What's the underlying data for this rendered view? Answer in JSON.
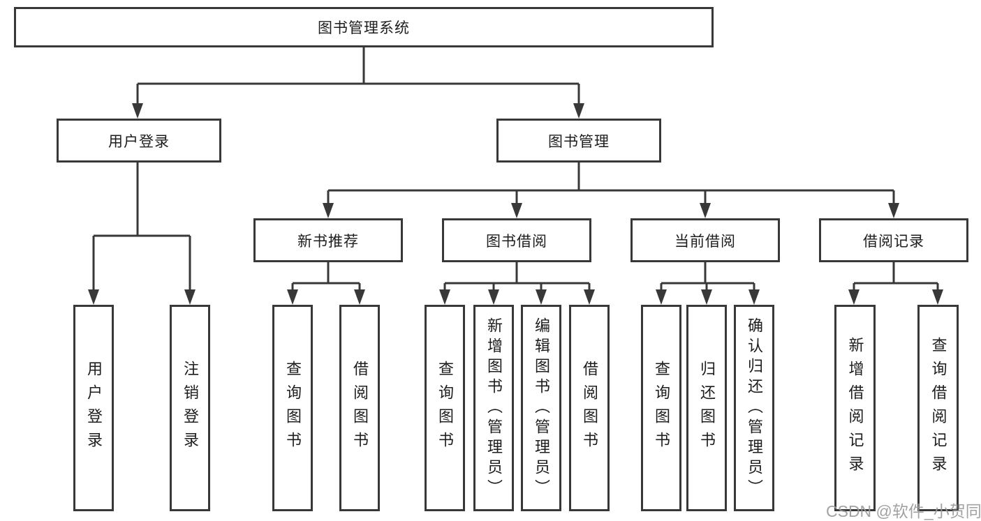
{
  "tree": {
    "label": "图书管理系统",
    "children": [
      {
        "label": "用户登录",
        "children": [
          {
            "label": "用户登录"
          },
          {
            "label": "注销登录"
          }
        ]
      },
      {
        "label": "图书管理",
        "children": [
          {
            "label": "新书推荐",
            "children": [
              {
                "label": "查询图书"
              },
              {
                "label": "借阅图书"
              }
            ]
          },
          {
            "label": "图书借阅",
            "children": [
              {
                "label": "查询图书"
              },
              {
                "label": "新增图书（管理员）"
              },
              {
                "label": "编辑图书（管理员）"
              },
              {
                "label": "借阅图书"
              }
            ]
          },
          {
            "label": "当前借阅",
            "children": [
              {
                "label": "查询图书"
              },
              {
                "label": "归还图书"
              },
              {
                "label": "确认归还（管理员）"
              }
            ]
          },
          {
            "label": "借阅记录",
            "children": [
              {
                "label": "新增借阅记录"
              },
              {
                "label": "查询借阅记录"
              }
            ]
          }
        ]
      }
    ]
  },
  "watermark": {
    "text": "CSDN @软件_小贺同学"
  },
  "colors": {
    "line": "#383838",
    "box_border": "#383838",
    "text": "#1d1d1d",
    "watermark": "#9b9b9b",
    "background": "#ffffff"
  }
}
